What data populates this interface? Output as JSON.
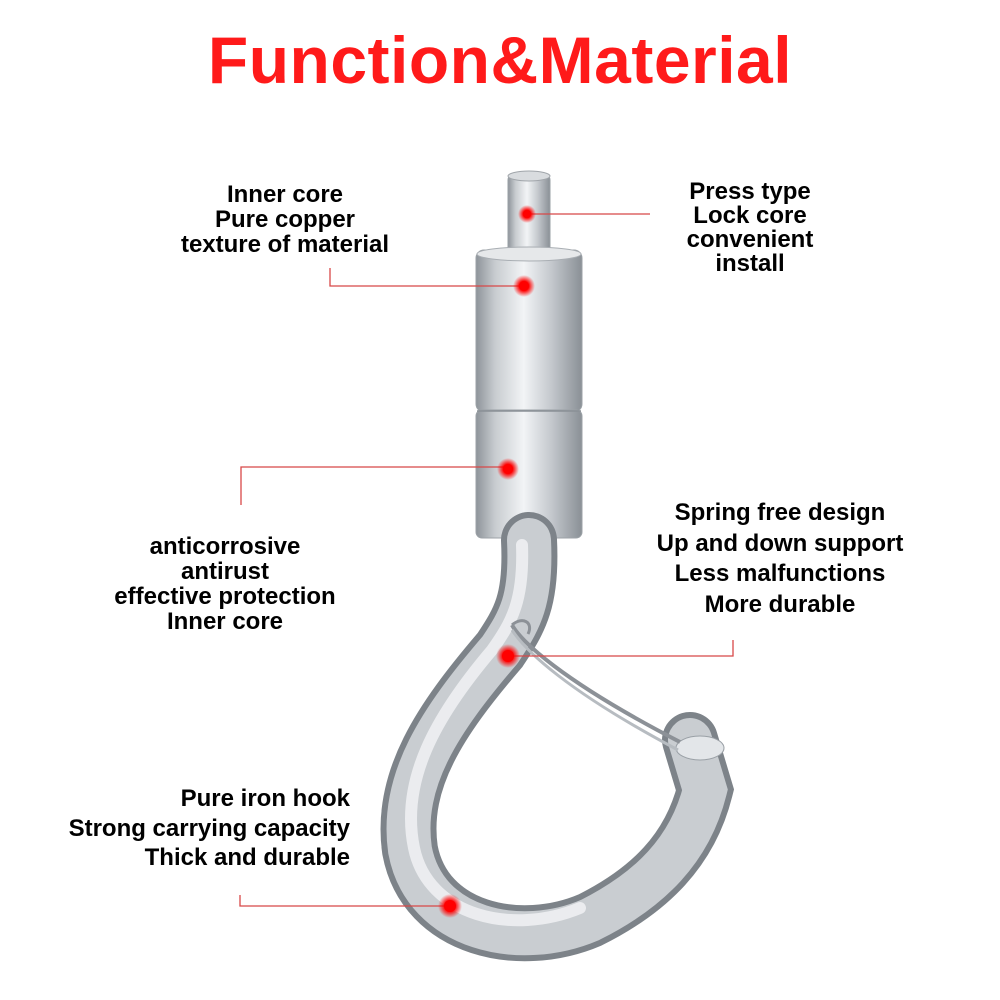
{
  "title": "Function&Material",
  "colors": {
    "title": "#ff1a1a",
    "leader_line": "#d84848",
    "dot": "#ff0000",
    "metal_dark": "#8e949a",
    "metal_light": "#f2f4f6"
  },
  "callouts": {
    "inner_core": [
      "Inner core",
      "Pure copper",
      "texture of material"
    ],
    "press_type": [
      "Press type",
      "Lock core",
      "convenient",
      "install"
    ],
    "anticorrosive": [
      "anticorrosive",
      "antirust",
      "effective protection",
      "Inner core"
    ],
    "spring_free": [
      "Spring free design",
      "Up and down support",
      "Less malfunctions",
      "More durable"
    ],
    "iron_hook": [
      "Pure iron hook",
      "Strong carrying capacity",
      "Thick and durable"
    ]
  }
}
